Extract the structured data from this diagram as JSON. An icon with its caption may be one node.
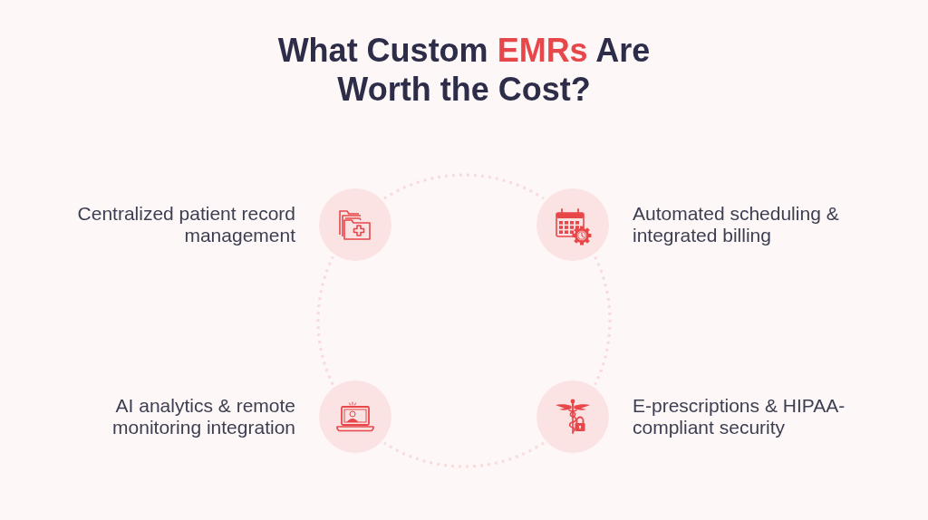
{
  "diagram": {
    "title": "What Custom **EMRs** Are Worth the Cost?",
    "nodes": [
      {
        "text": [],
        "shape": "circle",
        "beside": [
          "Centralized patient record management"
        ]
      },
      {
        "text": [],
        "shape": "circle",
        "beside": [
          "Automated scheduling & integrated billing"
        ]
      },
      {
        "text": [],
        "shape": "circle",
        "beside": [
          "AI analytics & remote monitoring integration"
        ]
      },
      {
        "text": [],
        "shape": "circle",
        "beside": [
          "E-prescriptions & HIPAA-compliant security"
        ]
      }
    ],
    "edges": [
      {
        "from": 0,
        "to": 1,
        "arrow": "none"
      },
      {
        "from": 1,
        "to": 3,
        "arrow": "none"
      },
      {
        "from": 3,
        "to": 2,
        "arrow": "none"
      },
      {
        "from": 2,
        "to": 0,
        "arrow": "none"
      }
    ]
  }
}
